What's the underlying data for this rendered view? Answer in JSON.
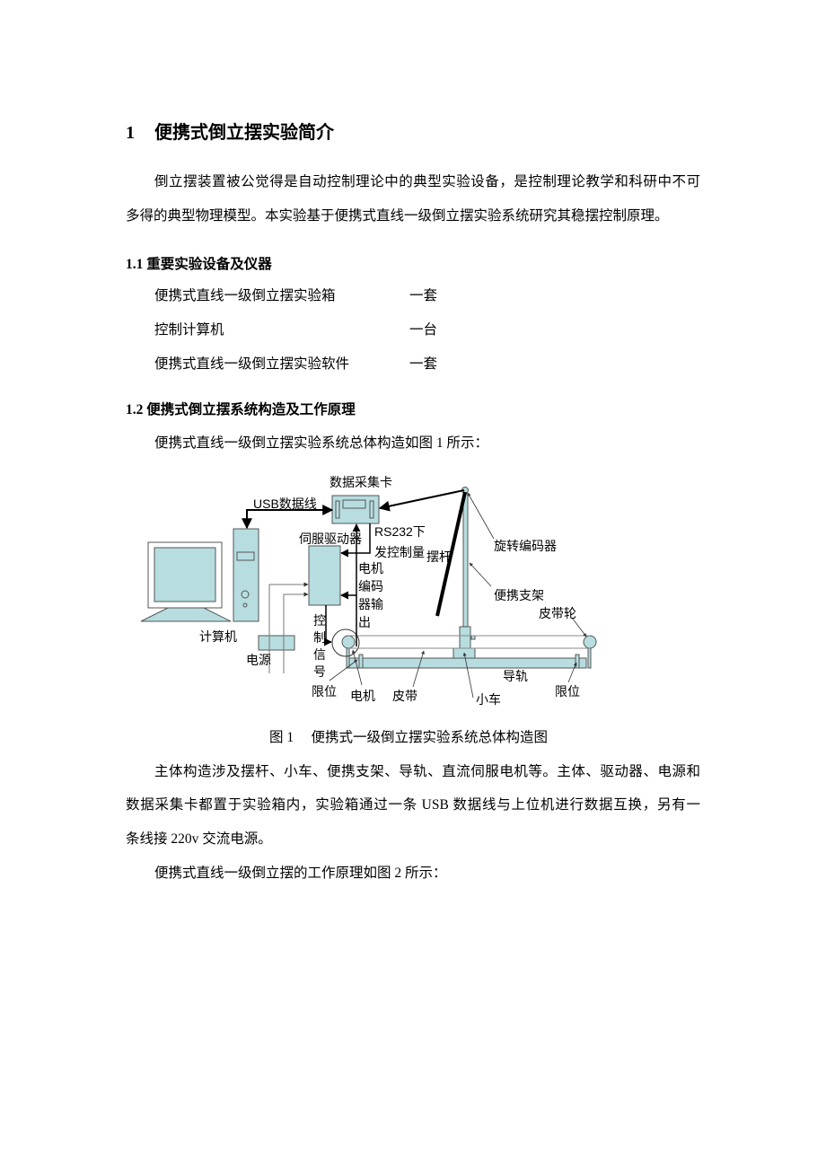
{
  "section": {
    "number": "1",
    "title": "便携式倒立摆实验简介"
  },
  "intro": {
    "line1": "倒立摆装置被公觉得是自动控制理论中的典型实验设备，是控制理论教学和科研中不可",
    "line2": "多得的典型物理模型。本实验基于便携式直线一级倒立摆实验系统研究其稳摆控制原理。"
  },
  "sub1": {
    "title": "1.1 重要实验设备及仪器",
    "items": [
      {
        "name": "便携式直线一级倒立摆实验箱",
        "qty": "一套"
      },
      {
        "name": "控制计算机",
        "qty": "一台"
      },
      {
        "name": "便携式直线一级倒立摆实验软件",
        "qty": "一套"
      }
    ]
  },
  "sub2": {
    "title": "1.2 便携式倒立摆系统构造及工作原理",
    "lead": "便携式直线一级倒立摆实验系统总体构造如图 1 所示："
  },
  "figure": {
    "labels": {
      "daq": "数据采集卡",
      "usb": "USB数据线",
      "servo": "伺服驱动器",
      "rs232_1": "RS232下",
      "rs232_2": "发控制量",
      "enc1": "电机",
      "enc2": "编码",
      "enc3": "器输",
      "enc4": "出",
      "ctrl1": "控",
      "ctrl2": "制",
      "ctrl3": "信",
      "ctrl4": "号",
      "computer": "计算机",
      "power": "电源",
      "pendulum": "摆杆",
      "rotary_encoder": "旋转编码器",
      "stand": "便携支架",
      "pulley": "皮带轮",
      "rail": "导轨",
      "limit_left": "限位",
      "motor": "电机",
      "belt": "皮带",
      "cart": "小车",
      "limit_right": "限位"
    },
    "caption": "图 1　 便携式一级倒立摆实验系统总体构造图",
    "fill_color": "#b7dde0"
  },
  "body2": {
    "line1": "主体构造涉及摆杆、小车、便携支架、导轨、直流伺服电机等。主体、驱动器、电源和",
    "line2": "数据采集卡都置于实验箱内，实验箱通过一条 USB 数据线与上位机进行数据互换，另有一",
    "line3": "条线接 220v 交流电源。",
    "line4": "便携式直线一级倒立摆的工作原理如图 2 所示："
  }
}
